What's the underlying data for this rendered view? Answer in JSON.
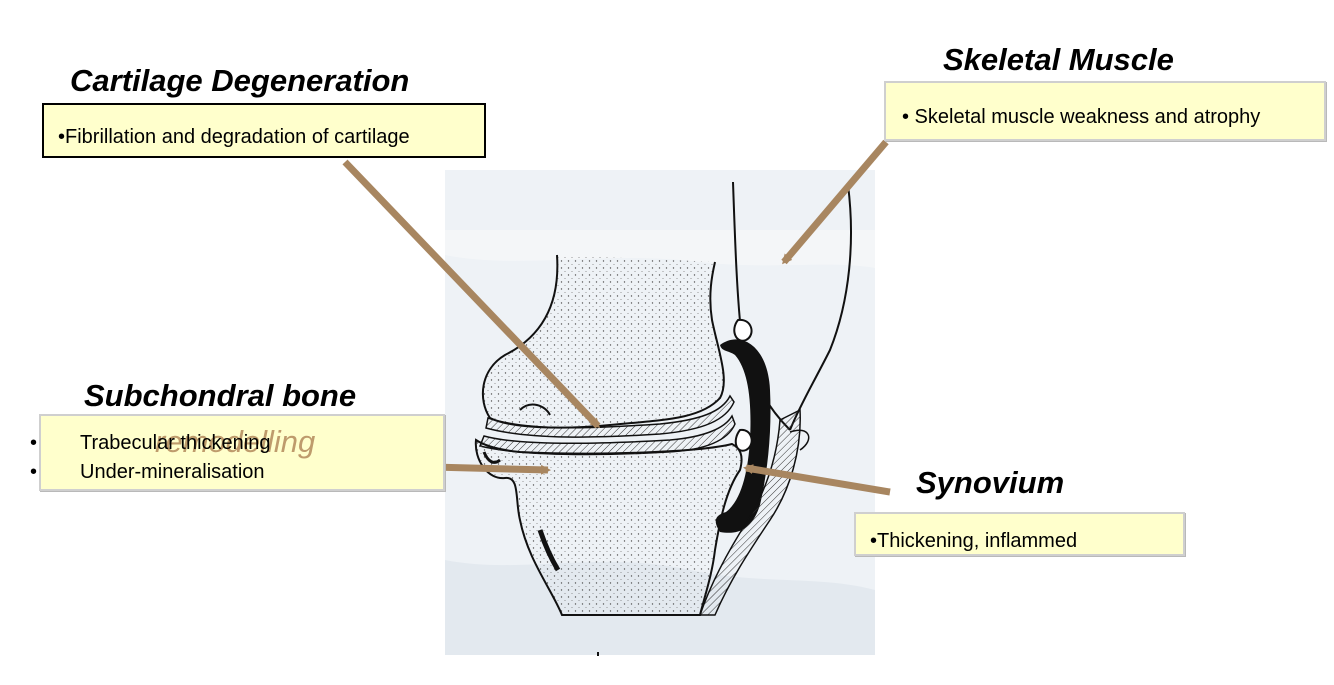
{
  "labels": {
    "cartilage": {
      "title": "Cartilage Degeneration",
      "items": [
        "•Fibrillation and degradation of cartilage"
      ]
    },
    "muscle": {
      "title": "Skeletal Muscle",
      "items": [
        "• Skeletal muscle weakness and atrophy"
      ]
    },
    "bone": {
      "title": "Subchondral bone",
      "overlay": "remodelling",
      "bullets": [
        "•",
        "•"
      ],
      "items": [
        "Trabecular thickening",
        "Under-mineralisation"
      ]
    },
    "synovium": {
      "title": "Synovium",
      "items": [
        "•Thickening, inflammed"
      ]
    }
  },
  "colors": {
    "box_fill": "#ffffcc",
    "arrow": "#a88660",
    "ink": "#000000"
  }
}
